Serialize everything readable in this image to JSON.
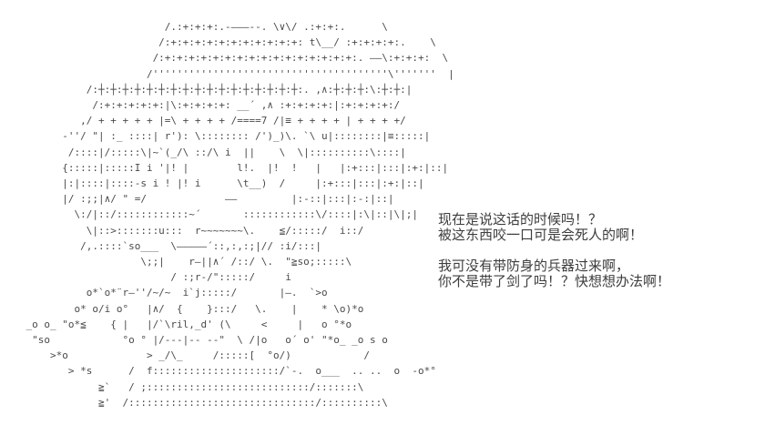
{
  "page": {
    "background": "#ffffff",
    "aa_color": "#4a4a4a",
    "text_color": "#3d3d3d"
  },
  "ascii_art": {
    "lines": [
      "                           /.:+:+:+:.-―――--. \\∨\\/ .:+:+:.      \\",
      "                          /:+:+:+:+:+:+:+:+:+:+:+: t\\__/ :+:+:+:+:.    \\",
      "                         /:+:+:+:+:+:+:+:+:+:+:+:+:+:+:+:+:. ――\\:+:+:+:  \\",
      "                        /'''''''''''''''''''''''''''''''''''''''\\'''''''  |",
      "              /:┼:┼:┼:┼:┼:┼:┼:┼:┼:┼:┼:┼:┼:┼:┼:┼:┼:. ,∧:┼:┼:┼:\\:┼:┼:|",
      "               /:+:+:+:+:+:|\\:+:+:+:+: __´ ,∧ :+:+:+:+:|:+:+:+:+:/",
      "             ,/ + + + + + |=\\ + + + + /====7 /|≡ + + + + | + + + +/",
      "          -''/ \"| :_ ::::| r'): \\:::::::: /')_)\\. `\\ u|::::::::|≡:::::|",
      "           /::::|/:::::\\|~`(_/\\ ::/\\ i  ||    \\  \\|::::::::::\\::::|",
      "          {:::::|:::::I i '|! |        l!.  |!  !   |   |:+:::|:::|:+:|::|",
      "          |:|::::|::::-s i ! |! i      \\t__)  /     |:+:::|:::|:+:|::|",
      "          |/ :;;|∧/ \" =/             ――         |:-::|:::|:-:|::|",
      "            \\:/|::/::::::::::::~´       ::::::::::::\\/::::|:\\|::|\\|;|",
      "              \\|::>:::::::u:::  r~~~~~~~\\.    ≦/:::::/  i::/",
      "             /,.::::`so___  \\―――――´::,:,:;|// :i/:::|",
      "                       \\;;|    r―||∧´ /::/ \\.  \"≧so;:::::\\",
      "                            / :;r-/\":::::/     i",
      "              o*`o*¨r―''/~/~  i`j:::::/       |―.  `>o",
      "            o* o/i o°   |∧/  {    }:::/   \\.    |    * \\o)*o",
      "    _o o_ \"o*≦    { |   |/`\\ril,_d' (\\     <     |   o °*o",
      "     \"so            °o ° |/---|-- --\"  \\ /|o   o´ o' \"*o_ _o s o",
      "        >*o             > _/\\_     /:::::[  °o/)            /",
      "           > *s      /  f:::::::::::::::::::::/`-.  o___  .. ..  o  -o*°",
      "                ≧`   / ;:::::::::::::::::::::::::::/:::::::\\",
      "                ≧'  /:::::::::::::::::::::::::::::::/::::::::::\\"
    ]
  },
  "dialogue": {
    "blocks": [
      {
        "lines": [
          "现在是说这话的时候吗！？",
          "被这东西咬一口可是会死人的啊！"
        ]
      },
      {
        "lines": [
          "我可没有带防身的兵器过来啊，",
          "你不是带了剑了吗！？快想想办法啊！"
        ]
      }
    ]
  }
}
